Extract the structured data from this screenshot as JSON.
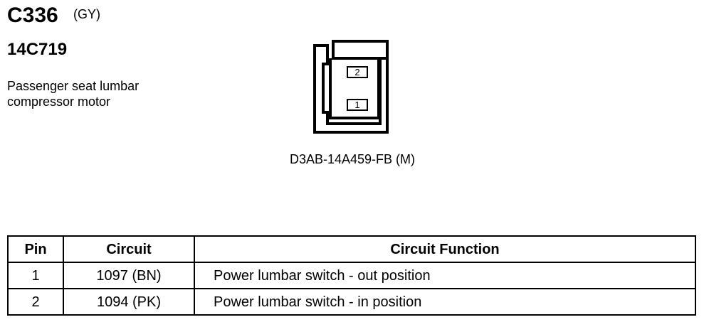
{
  "connector": {
    "id": "C336",
    "color_code": "(GY)",
    "part_number": "14C719",
    "description_lines": [
      "Passenger seat lumbar",
      "compressor motor"
    ],
    "connector_label": "D3AB-14A459-FB (M)",
    "cavity_labels": [
      "2",
      "1"
    ]
  },
  "table": {
    "headers": [
      "Pin",
      "Circuit",
      "Circuit Function"
    ],
    "rows": [
      {
        "pin": "1",
        "circuit": "1097 (BN)",
        "function": "Power lumbar switch - out position"
      },
      {
        "pin": "2",
        "circuit": "1094 (PK)",
        "function": "Power lumbar switch - in position"
      }
    ]
  }
}
